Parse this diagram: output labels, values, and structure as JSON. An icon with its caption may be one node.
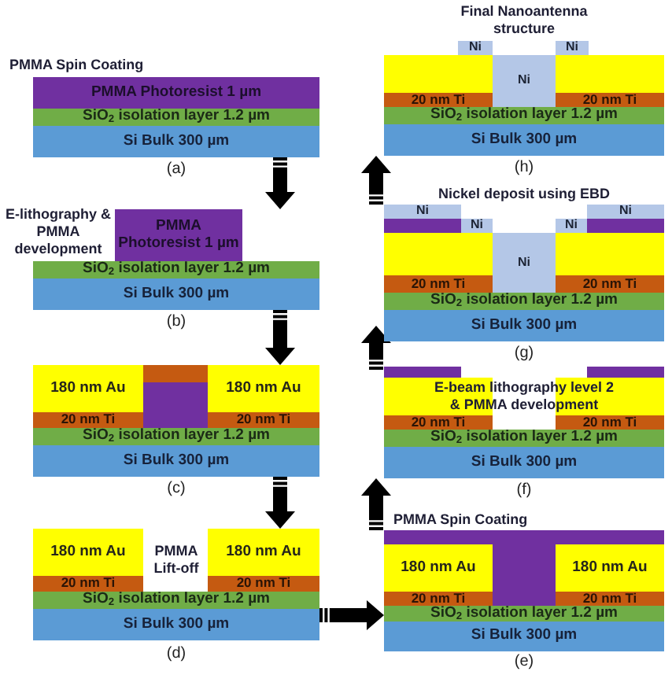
{
  "diagram": {
    "nodes": [
      {
        "text": [
          "PMMA Spin Coating"
        ],
        "beside": [
          "(a)"
        ]
      },
      {
        "text": [
          "PMMA Photoresist 1 µm"
        ],
        "in": 0
      },
      {
        "text": [
          "SiO$_{2}$ isolation layer 1.2 µm"
        ],
        "in": 0
      },
      {
        "text": [
          "Si Bulk 300 µm"
        ],
        "in": 0
      },
      {
        "text": [
          "E-lithography & PMMA development"
        ],
        "beside": [
          "(b)"
        ]
      },
      {
        "text": [
          "PMMA Photoresist 1 µm"
        ],
        "in": 4
      },
      {
        "text": [
          "SiO$_{2}$ isolation layer 1.2 µm"
        ],
        "in": 4
      },
      {
        "text": [
          "Si Bulk 300 µm"
        ],
        "in": 4
      },
      {
        "text": [],
        "shape": "picture",
        "beside": [
          "(c)"
        ]
      },
      {
        "text": [
          "180 nm Au"
        ],
        "in": 8
      },
      {
        "text": [],
        "shape": "box",
        "in": 8
      },
      {
        "text": [
          "180 nm Au"
        ],
        "in": 8
      },
      {
        "text": [],
        "shape": "box",
        "in": 8
      },
      {
        "text": [
          "20 nm Ti"
        ],
        "in": 8
      },
      {
        "text": [
          "20 nm Ti"
        ],
        "in": 8
      },
      {
        "text": [
          "SiO$_{2}$ isolation layer 1.2 µm"
        ],
        "in": 8
      },
      {
        "text": [
          "Si Bulk 300 µm"
        ],
        "in": 8
      },
      {
        "text": [
          "PMMA Lift-off"
        ],
        "beside": [
          "(d)"
        ]
      },
      {
        "text": [
          "180 nm Au"
        ],
        "in": 17
      },
      {
        "text": [
          "180 nm Au"
        ],
        "in": 17
      },
      {
        "text": [
          "20 nm Ti"
        ],
        "in": 17
      },
      {
        "text": [
          "20 nm Ti"
        ],
        "in": 17
      },
      {
        "text": [
          "SiO$_{2}$ isolation layer 1.2 µm"
        ],
        "in": 17
      },
      {
        "text": [
          "Si Bulk 300 µm"
        ],
        "in": 17
      },
      {
        "text": [
          "PMMA Spin Coating"
        ],
        "beside": [
          "(e)"
        ]
      },
      {
        "text": [],
        "shape": "box",
        "in": 24
      },
      {
        "text": [
          "180 nm Au"
        ],
        "in": 24
      },
      {
        "text": [],
        "shape": "box",
        "in": 24
      },
      {
        "text": [
          "180 nm Au"
        ],
        "in": 24
      },
      {
        "text": [
          "20 nm Ti"
        ],
        "in": 24
      },
      {
        "text": [
          "20 nm Ti"
        ],
        "in": 24
      },
      {
        "text": [
          "SiO$_{2}$ isolation layer 1.2 µm"
        ],
        "in": 24
      },
      {
        "text": [
          "Si Bulk 300 µm"
        ],
        "in": 24
      },
      {
        "text": [
          "E-beam lithography level 2 & PMMA development"
        ],
        "beside": [
          "(f)"
        ]
      },
      {
        "text": [],
        "shape": "box",
        "in": 33
      },
      {
        "text": [],
        "shape": "box",
        "in": 33
      },
      {
        "text": [],
        "shape": "box",
        "in": 33
      },
      {
        "text": [],
        "shape": "box",
        "in": 33
      },
      {
        "text": [
          "20 nm Ti"
        ],
        "in": 33
      },
      {
        "text": [
          "20 nm Ti"
        ],
        "in": 33
      },
      {
        "text": [
          "SiO$_{2}$ isolation layer 1.2 µm"
        ],
        "in": 33
      },
      {
        "text": [
          "Si Bulk 300 µm"
        ],
        "in": 33
      },
      {
        "text": [
          "Nickel deposit using EBD"
        ],
        "beside": [
          "(g)"
        ]
      },
      {
        "text": [
          "Ni"
        ],
        "in": 42
      },
      {
        "text": [
          "Ni"
        ],
        "in": 42
      },
      {
        "text": [],
        "shape": "box",
        "in": 42
      },
      {
        "text": [
          "Ni"
        ],
        "in": 42
      },
      {
        "text": [
          "Ni"
        ],
        "in": 42
      },
      {
        "text": [],
        "shape": "box",
        "in": 42
      },
      {
        "text": [],
        "shape": "box",
        "in": 42
      },
      {
        "text": [
          "Ni"
        ],
        "in": 42
      },
      {
        "text": [],
        "shape": "box",
        "in": 42
      },
      {
        "text": [
          "20 nm Ti"
        ],
        "in": 42
      },
      {
        "text": [
          "20 nm Ti"
        ],
        "in": 42
      },
      {
        "text": [
          "SiO$_{2}$ isolation layer 1.2 µm"
        ],
        "in": 42
      },
      {
        "text": [
          "Si Bulk 300 µm"
        ],
        "in": 42
      },
      {
        "text": [
          "Final Nanoantenna structure"
        ],
        "beside": [
          "(h)"
        ]
      },
      {
        "text": [
          "Ni"
        ],
        "in": 56
      },
      {
        "text": [
          "Ni"
        ],
        "in": 56
      },
      {
        "text": [],
        "shape": "box",
        "in": 56
      },
      {
        "text": [
          "Ni"
        ],
        "in": 56
      },
      {
        "text": [],
        "shape": "box",
        "in": 56
      },
      {
        "text": [
          "20 nm Ti"
        ],
        "in": 56
      },
      {
        "text": [
          "20 nm Ti"
        ],
        "in": 56
      },
      {
        "text": [
          "SiO$_{2}$ isolation layer 1.2 µm"
        ],
        "in": 56
      },
      {
        "text": [
          "Si Bulk 300 µm"
        ],
        "in": 56
      }
    ],
    "edges": [
      {
        "from": 0,
        "to": 4,
        "arrow": "to"
      },
      {
        "from": 4,
        "to": 8,
        "arrow": "to"
      },
      {
        "from": 8,
        "to": 17,
        "arrow": "to"
      },
      {
        "from": 17,
        "to": 24,
        "arrow": "to"
      },
      {
        "from": 24,
        "to": 33,
        "arrow": "to"
      },
      {
        "from": 33,
        "to": 42,
        "arrow": "to"
      },
      {
        "from": 42,
        "to": 56,
        "arrow": "to"
      }
    ]
  }
}
